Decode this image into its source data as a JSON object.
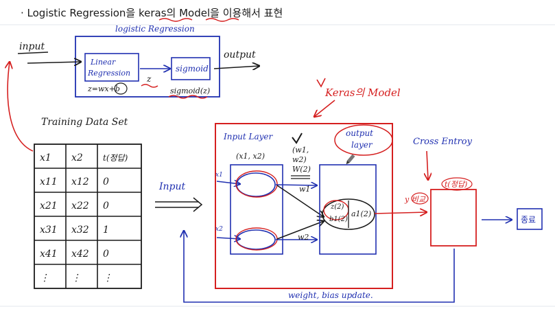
{
  "title": "· Logistic Regression을 keras의 Model을 이용해서 표현",
  "logistic": {
    "box_title": "logistic Regression",
    "input_label": "input",
    "output_label": "output",
    "linear_box": "Linear Regression",
    "sigmoid_box": "sigmoid",
    "z_label": "z",
    "z_formula": "z=wx+b",
    "sigmoid_formula": "sigmoid(z)"
  },
  "keras_model_label": "Keras의 Model",
  "training": {
    "title": "Training Data Set",
    "headers": [
      "x1",
      "x2",
      "t(정답)"
    ],
    "rows": [
      [
        "x11",
        "x12",
        "0"
      ],
      [
        "x21",
        "x22",
        "0"
      ],
      [
        "x31",
        "x32",
        "1"
      ],
      [
        "x41",
        "x42",
        "0"
      ],
      [
        "⋮",
        "⋮",
        "⋮"
      ]
    ]
  },
  "model": {
    "input_arrow_label": "Input",
    "input_layer_label": "Input Layer",
    "input_pair": "(x1, x2)",
    "node_x1": "x1",
    "node_x2": "x2",
    "output_layer_label": "output layer",
    "weights_label": "(w1, w2) W(2)",
    "w1": "w1",
    "w2": "w2",
    "z2": "z(2)",
    "b1": "b1(2)",
    "a1": "a1(2)",
    "cross_entropy": "Cross Entroy",
    "t_label": "t(정답)",
    "y_label": "y 비교",
    "end_label": "종료",
    "feedback": "weight, bias update."
  },
  "colors": {
    "blue": "#1f2fb0",
    "red": "#d51f1f",
    "black": "#1a1a1a"
  }
}
